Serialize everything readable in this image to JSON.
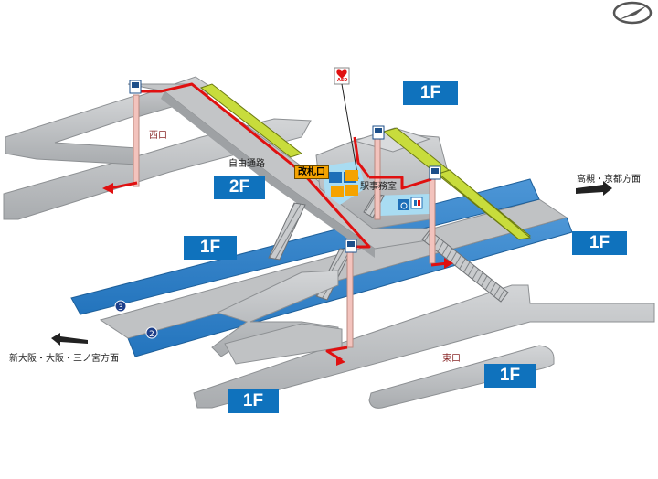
{
  "floors": {
    "first_top": "1F",
    "second": "2F",
    "first_left": "1F",
    "first_right": "1F",
    "first_bottom_right": "1F",
    "first_bottom": "1F"
  },
  "labels": {
    "west_exit": "西口",
    "east_exit": "東口",
    "passage": "自由通路",
    "gate": "改札口",
    "station_office": "駅事務室",
    "direction_kyoto": "高槻・京都方面",
    "direction_osaka": "新大阪・大阪・三ノ宮方面",
    "aed": "AED"
  },
  "platforms": {
    "track_3": "3",
    "track_2": "2"
  },
  "colors": {
    "floor_tag": "#0f72bd",
    "track": "#2f82c8",
    "route": "#e01010",
    "escalator": "#c8dc3c",
    "structure": "#b9bcbf"
  },
  "icons": [
    "compass-icon",
    "elevator-icon",
    "aed-icon",
    "toilet-icon",
    "wheelchair-icon"
  ]
}
